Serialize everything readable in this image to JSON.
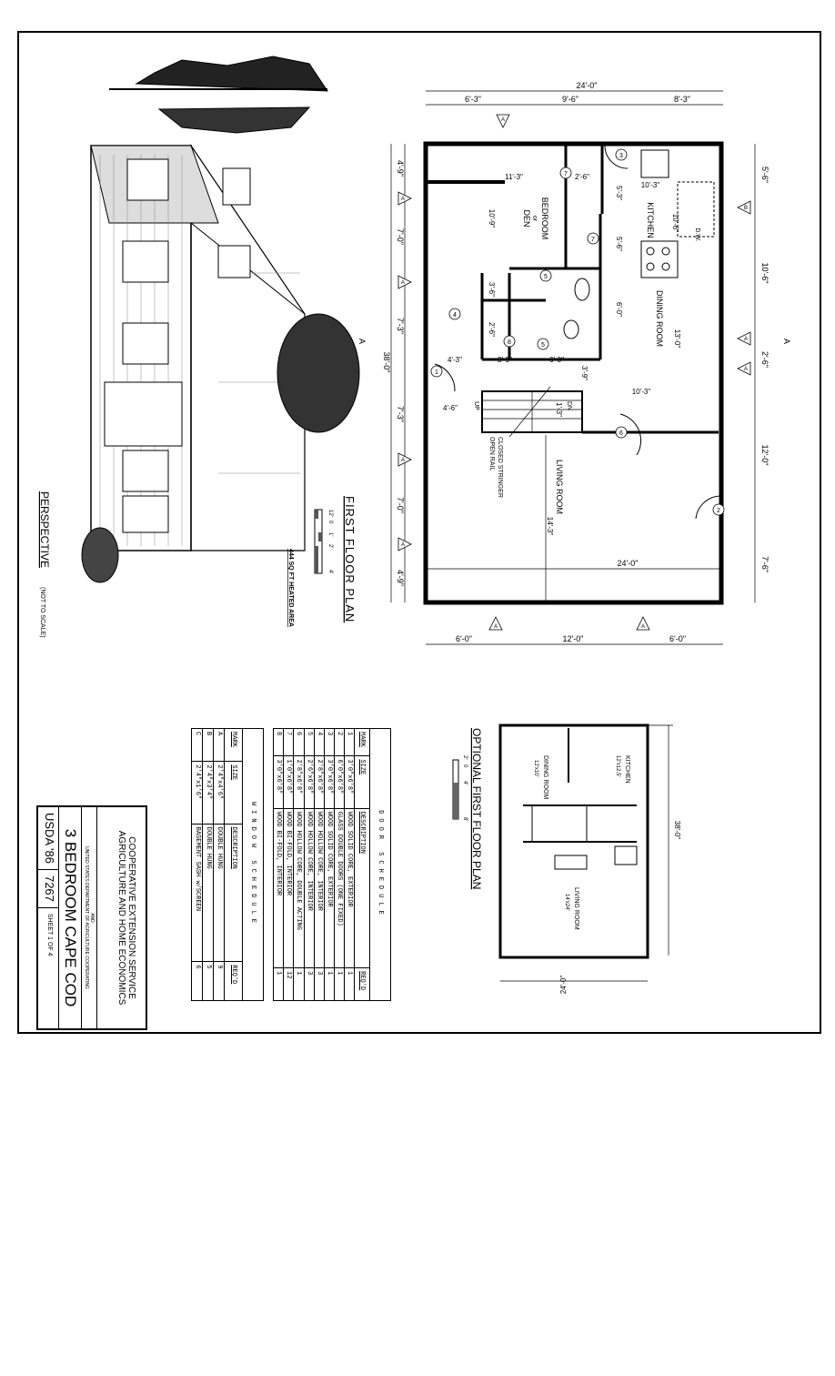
{
  "perspective": {
    "title": "PERSPECTIVE",
    "note": "(NOT TO SCALE)"
  },
  "first_floor_plan": {
    "title": "FIRST FLOOR PLAN",
    "area": "444 SQ FT HEATED AREA",
    "scale_labels": [
      "12'",
      "0",
      "1'",
      "2'",
      "4'"
    ],
    "top_dims": [
      "24'-0\"",
      "6'-3\"",
      "9'-6\"",
      "8'-3\""
    ],
    "left_dims": [
      "4'-9\"",
      "7'-0\"",
      "7'-3\"",
      "38'-0\"",
      "7'-3\"",
      "7'-0\"",
      "4'-9\""
    ],
    "right_dims": [
      "5'-6\"",
      "10'-6\"",
      "2'-6\"",
      "12'-0\"",
      "7'-6\""
    ],
    "bottom_dims": [
      "6'-0\"",
      "12'-0\"",
      "6'-0\""
    ],
    "interior_dims": [
      "11'-3\"",
      "2'-6\"",
      "10'-3\"",
      "10'-9\"",
      "5'-3\"",
      "5'-6\"",
      "10'-6\"",
      "6'-0\"",
      "13'-0\"",
      "3'-6\"",
      "2'-6\"",
      "4'-3\"",
      "3'-9\"",
      "6'-0\"",
      "3'-9\"",
      "10'-3\"",
      "4'-6\"",
      "1'-3\"",
      "14'-3\"",
      "24'-0\""
    ],
    "rooms": {
      "kitchen": "KITCHEN",
      "bedroom": "BEDROOM",
      "or": "or",
      "den": "DEN",
      "dining": "DINING ROOM",
      "living": "LIVING ROOM",
      "dw": "D.W."
    },
    "stair": {
      "up": "UP",
      "dn": "DN",
      "note1": "CLOSED STRINGER",
      "note2": "OPEN RAIL"
    },
    "door_marks": [
      "1",
      "2",
      "3",
      "4",
      "5",
      "5",
      "6",
      "7",
      "7",
      "8"
    ],
    "window_marks": [
      "A",
      "A",
      "A",
      "A",
      "A",
      "A",
      "A",
      "B",
      "A",
      "A"
    ],
    "section_mark": "A"
  },
  "optional_plan": {
    "title": "OPTIONAL FIRST FLOOR PLAN",
    "scale_labels": [
      "2'",
      "0",
      "4'",
      "8'"
    ],
    "kitchen": "KITCHEN",
    "kitchen_size": "12'x12.5'",
    "dining": "DINING ROOM",
    "dining_size": "12'x10'",
    "living": "LIVING ROOM",
    "living_size": "14'x24'",
    "dim_long": "38'-0\"",
    "dim_short": "24'-0\""
  },
  "door_schedule": {
    "title": "DOOR SCHEDULE",
    "headers": [
      "MARK",
      "SIZE",
      "DESCRIPTION",
      "REQ'D"
    ],
    "rows": [
      [
        "1",
        "3'0\"x6'8\"",
        "WOOD SOLID CORE, EXTERIOR",
        "1"
      ],
      [
        "2",
        "6'0\"x6'8\"",
        "GLASS DOUBLE DOORS (ONE FIXED)",
        "1"
      ],
      [
        "3",
        "3'0\"x6'8\"",
        "WOOD SOLID CORE, EXTERIOR",
        "1"
      ],
      [
        "4",
        "2'8\"x6'8\"",
        "WOOD HOLLOW CORE, INTERIOR",
        "3"
      ],
      [
        "5",
        "2'6\"x6'8\"",
        "WOOD HOLLOW CORE, INTERIOR",
        "3"
      ],
      [
        "6",
        "2'8\"x6'8\"",
        "WOOD HOLLOW CORE, DOUBLE ACTING",
        "1"
      ],
      [
        "7",
        "1'0\"x6'8\"",
        "WOOD BI-FOLD, INTERIOR",
        "12"
      ],
      [
        "8",
        "3'0\"x6'8\"",
        "WOOD BI-FOLD, INTERIOR",
        "1"
      ]
    ]
  },
  "window_schedule": {
    "title": "WINDOW SCHEDULE",
    "headers": [
      "MARK",
      "SIZE",
      "DESCRIPTION",
      "REQ'D"
    ],
    "rows": [
      [
        "A",
        "2'4\"x4'6\"",
        "DOUBLE HUNG",
        "9"
      ],
      [
        "B",
        "2'4\"x3'4\"",
        "DOUBLE HUNG",
        "5"
      ],
      [
        "C",
        "2'4\"x1'6\"",
        "BASEMENT SASH w/SCREEN",
        "6"
      ]
    ]
  },
  "title_block": {
    "line1": "COOPERATIVE EXTENSION SERVICE",
    "line2": "AGRICULTURE AND HOME ECONOMICS",
    "and": "AND",
    "line3": "UNITED STATES DEPARTMENT OF AGRICULTURE COOPERATING",
    "project": "3 BEDROOM CAPE COD",
    "usda": "USDA '86",
    "number": "7267",
    "sheet": "SHEET 1 OF 4"
  }
}
